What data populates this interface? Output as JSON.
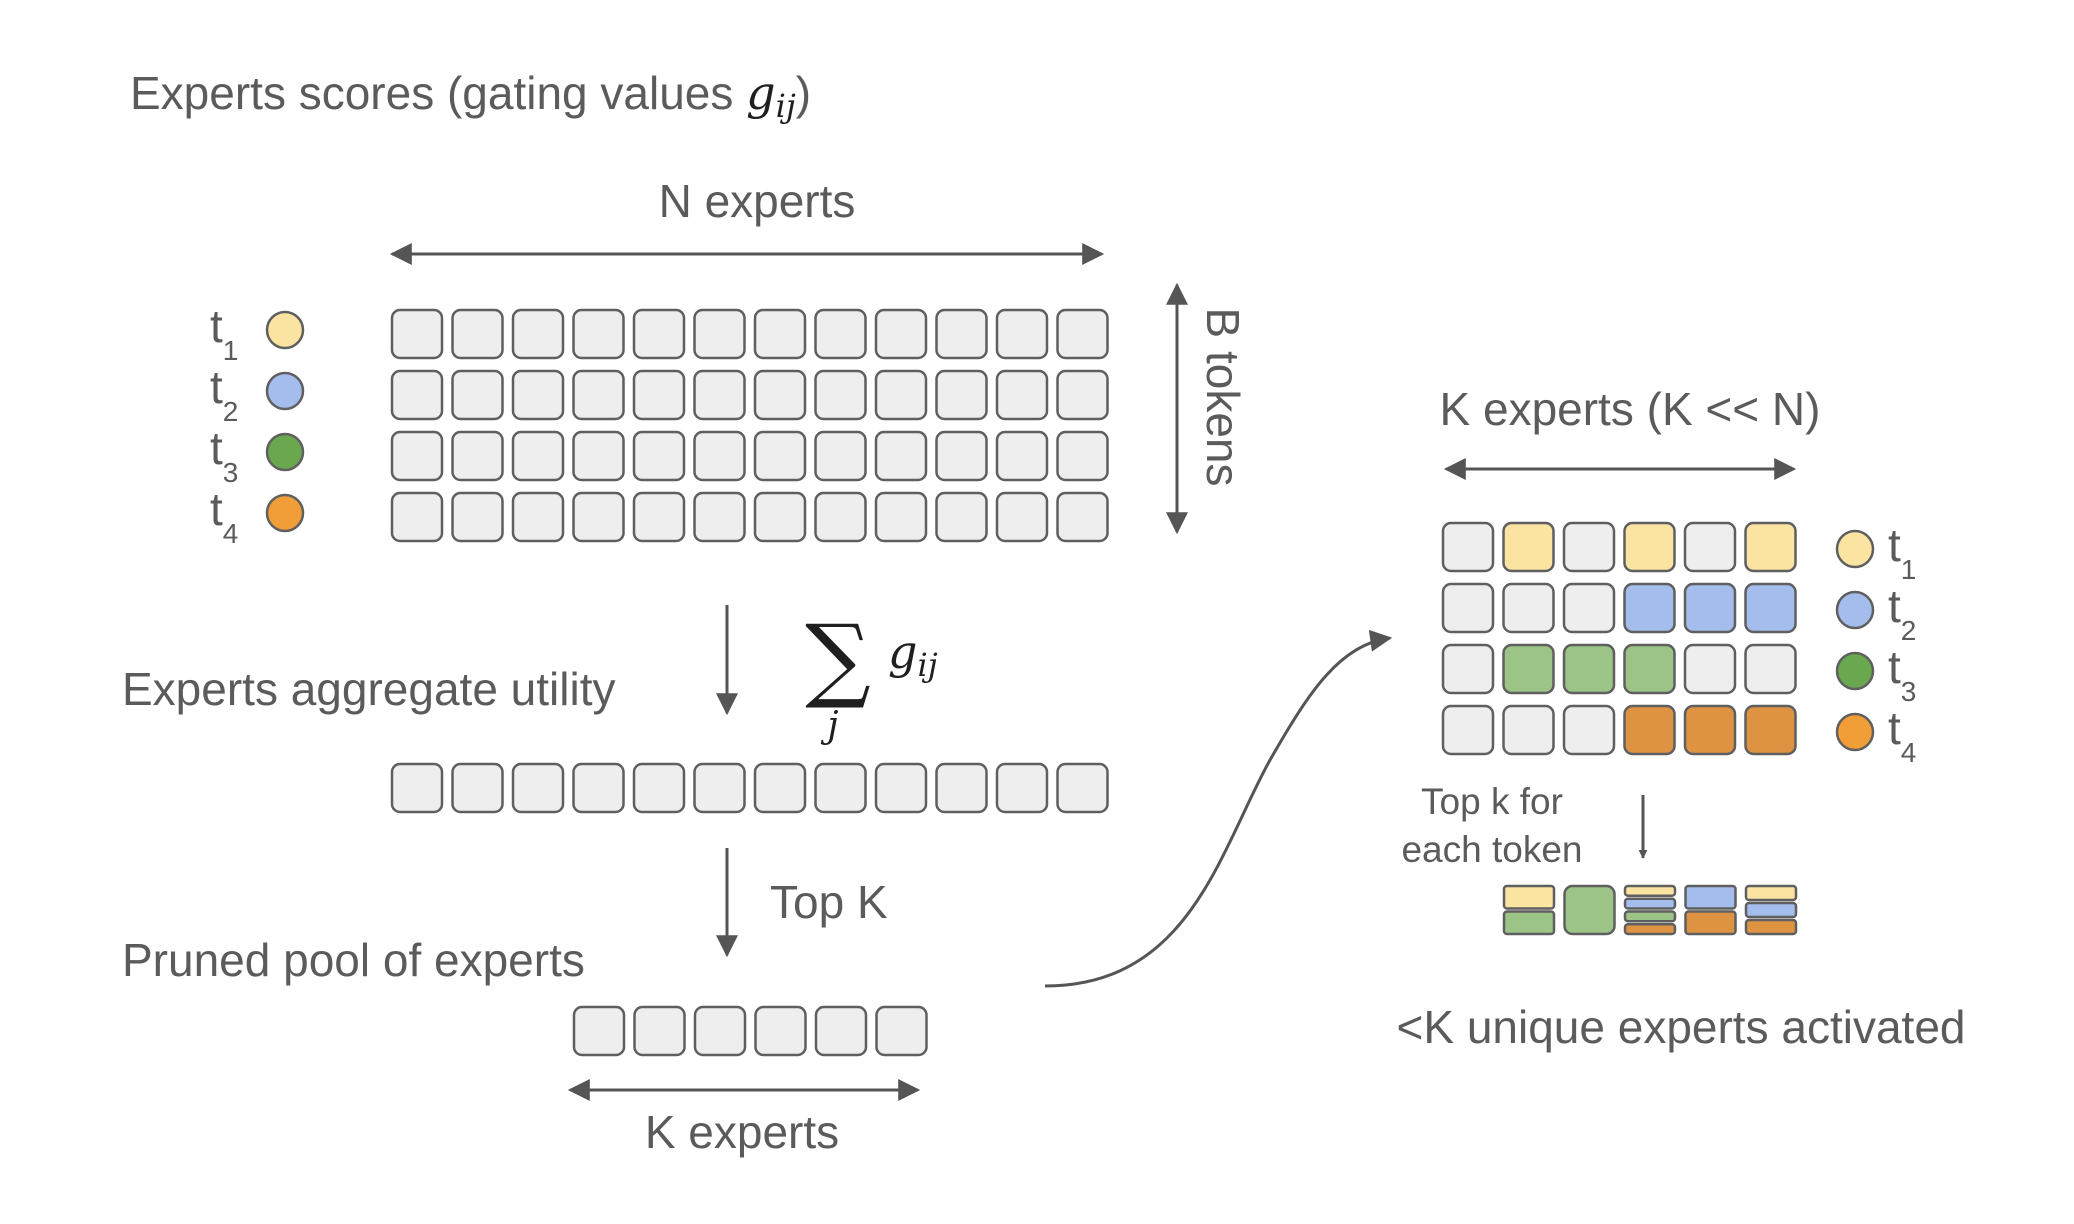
{
  "title": {
    "prefix": "Experts scores (gating values ",
    "math": "g",
    "math_sub": "ij",
    "suffix": ")"
  },
  "score_matrix": {
    "width_label": "N experts",
    "height_label": "B tokens",
    "experts": 12,
    "tokens": 4
  },
  "tokens": [
    {
      "letter": "t",
      "sub": "1",
      "color": "#fbe4a2"
    },
    {
      "letter": "t",
      "sub": "2",
      "color": "#a4bdec"
    },
    {
      "letter": "t",
      "sub": "3",
      "color": "#6aa84f"
    },
    {
      "letter": "t",
      "sub": "4",
      "color": "#f19e38"
    }
  ],
  "aggregate": {
    "label": "Experts aggregate utility",
    "sum_symbol": "∑",
    "sum_term": "g",
    "sum_term_sub": "ij",
    "sum_index": "j",
    "experts": 12
  },
  "pruned": {
    "step_label": "Top K",
    "label": "Pruned pool of experts",
    "width_label": "K experts",
    "experts": 6
  },
  "k_matrix": {
    "width_label": "K experts (K << N)",
    "fill_legend": {
      "empty": "#eeeeee",
      "t1": "#fbe4a2",
      "t2": "#a4bdec",
      "t3": "#9cc486",
      "t4": "#de9343"
    },
    "assignment_rows": [
      [
        false,
        true,
        false,
        true,
        false,
        true
      ],
      [
        false,
        false,
        false,
        true,
        true,
        true
      ],
      [
        false,
        true,
        true,
        true,
        false,
        false
      ],
      [
        false,
        false,
        false,
        true,
        true,
        true
      ]
    ],
    "topk_label_line1": "Top k for",
    "topk_label_line2": "each token",
    "activated_stacks": [
      [
        "t1",
        "t3"
      ],
      [
        "t3"
      ],
      [
        "t1",
        "t2",
        "t3",
        "t4"
      ],
      [
        "t2",
        "t4"
      ],
      [
        "t1",
        "t2",
        "t4"
      ]
    ],
    "caption": "<K unique experts activated"
  },
  "colors": {
    "box_fill": "#eeeeee",
    "box_stroke": "#5f5f5f",
    "arrow": "#555555",
    "text": "#5b5b5b"
  }
}
